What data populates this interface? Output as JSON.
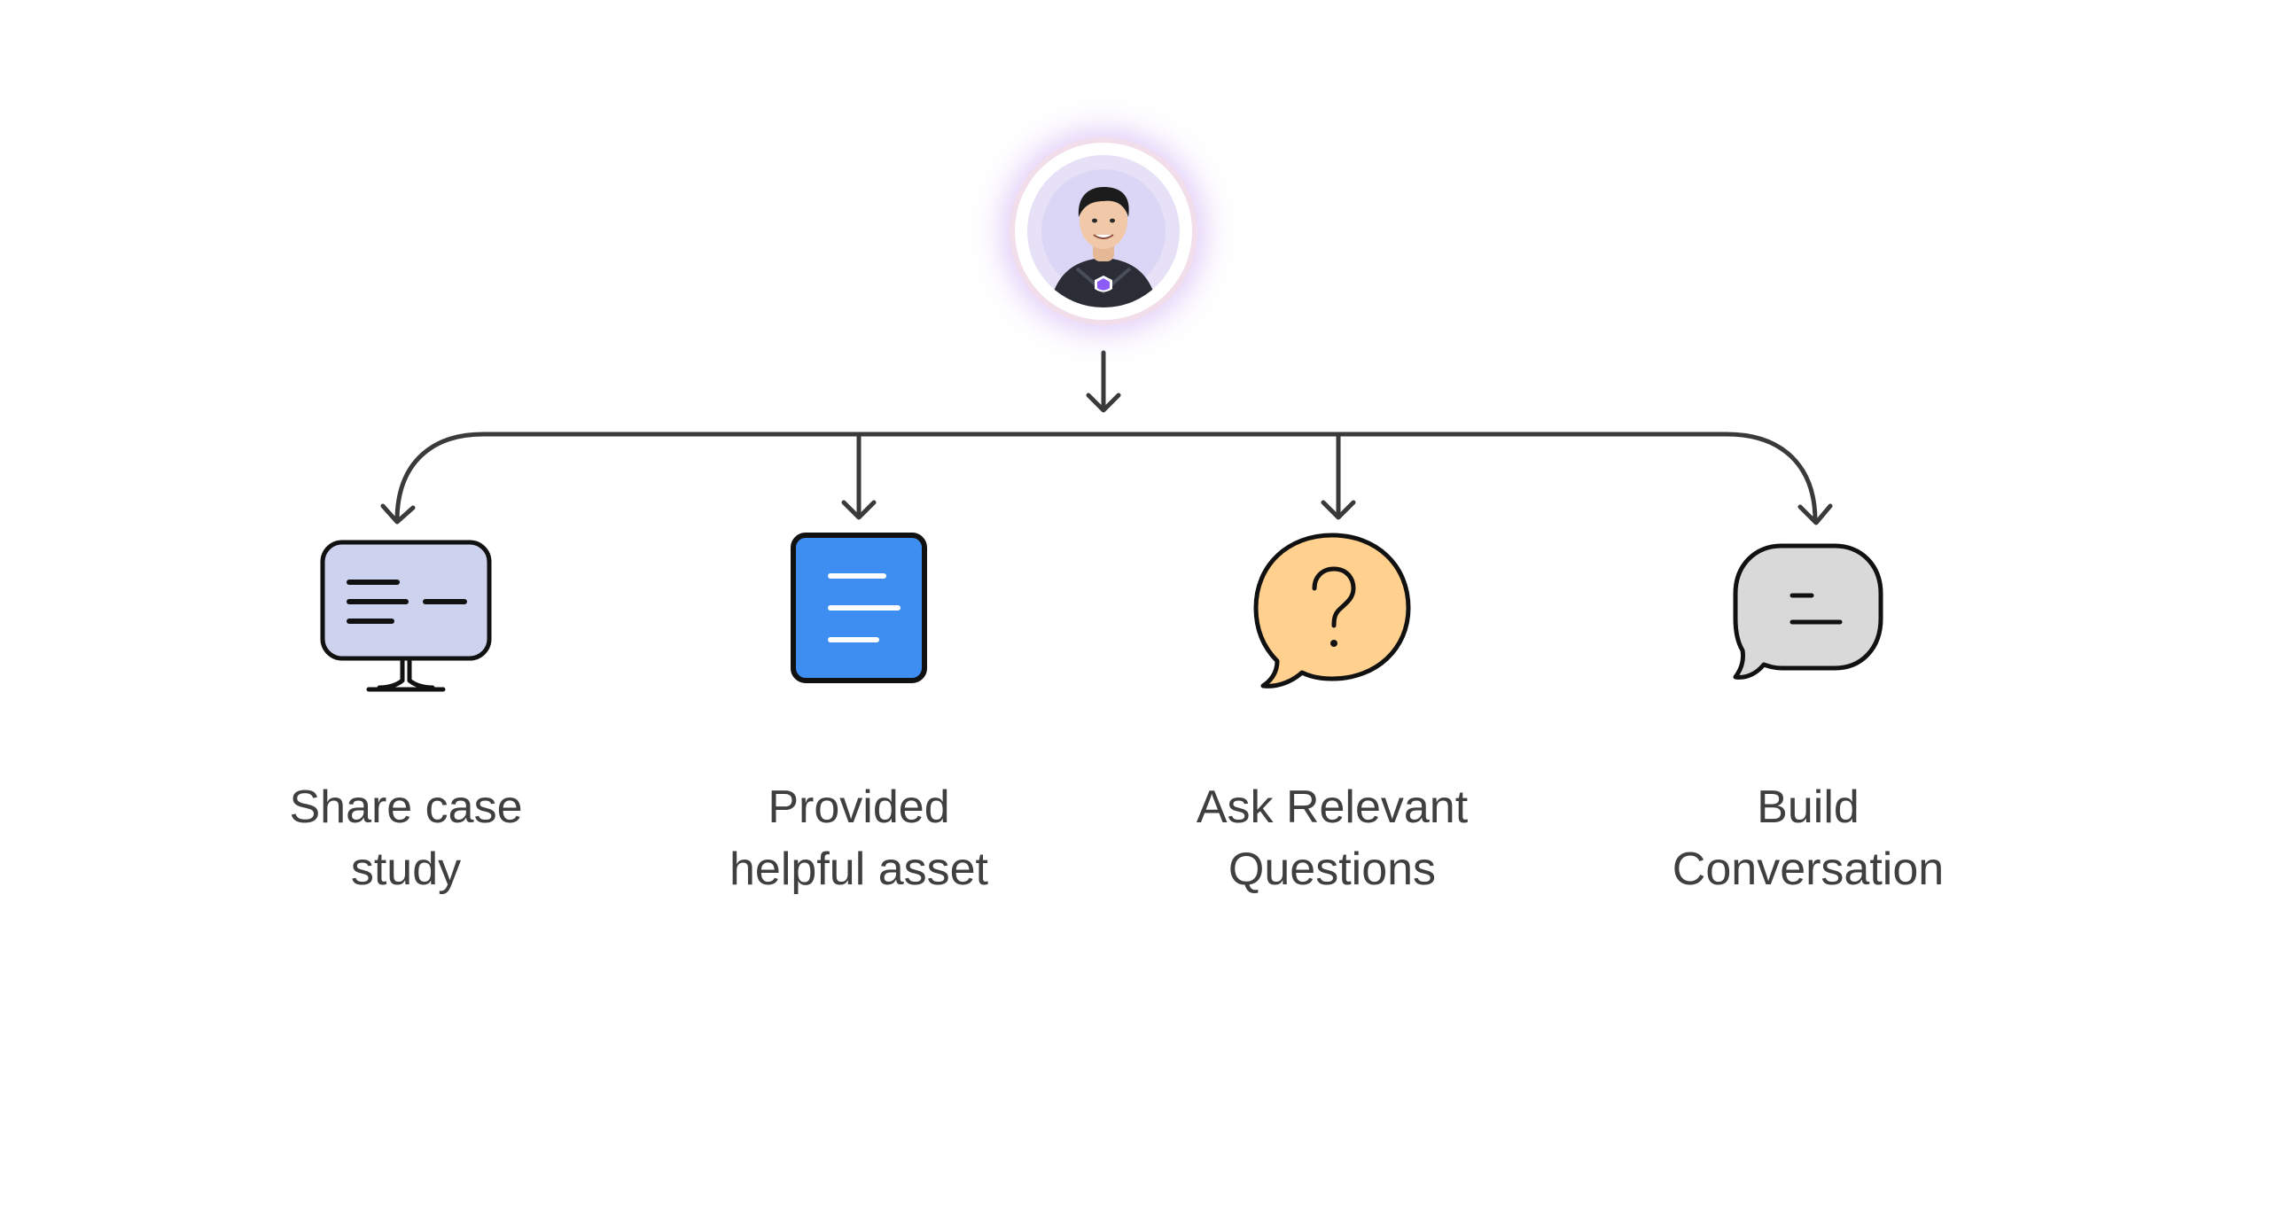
{
  "diagram": {
    "root": {
      "name": "agent-avatar",
      "colors": {
        "glow": "#c7a6f2",
        "ring": "#f2ddea",
        "backdrop": "#dcd6f6",
        "suit": "#2b2d36",
        "skin": "#f1c9a8",
        "hair": "#1c1c1c",
        "badge": "#8b5cf6"
      }
    },
    "connector_color": "#3a3a3a",
    "children": [
      {
        "id": "share-case-study",
        "icon": "monitor-icon",
        "color": "#cdd3ee",
        "label_lines": [
          "Share case",
          "study"
        ]
      },
      {
        "id": "provided-helpful-asset",
        "icon": "document-icon",
        "color": "#3d8ef0",
        "label_lines": [
          "Provided",
          "helpful asset"
        ]
      },
      {
        "id": "ask-relevant-questions",
        "icon": "question-bubble-icon",
        "color": "#ffd08e",
        "label_lines": [
          "Ask Relevant",
          "Questions"
        ]
      },
      {
        "id": "build-conversation",
        "icon": "chat-bubble-icon",
        "color": "#d9d9d9",
        "label_lines": [
          "Build",
          "Conversation"
        ]
      }
    ]
  }
}
